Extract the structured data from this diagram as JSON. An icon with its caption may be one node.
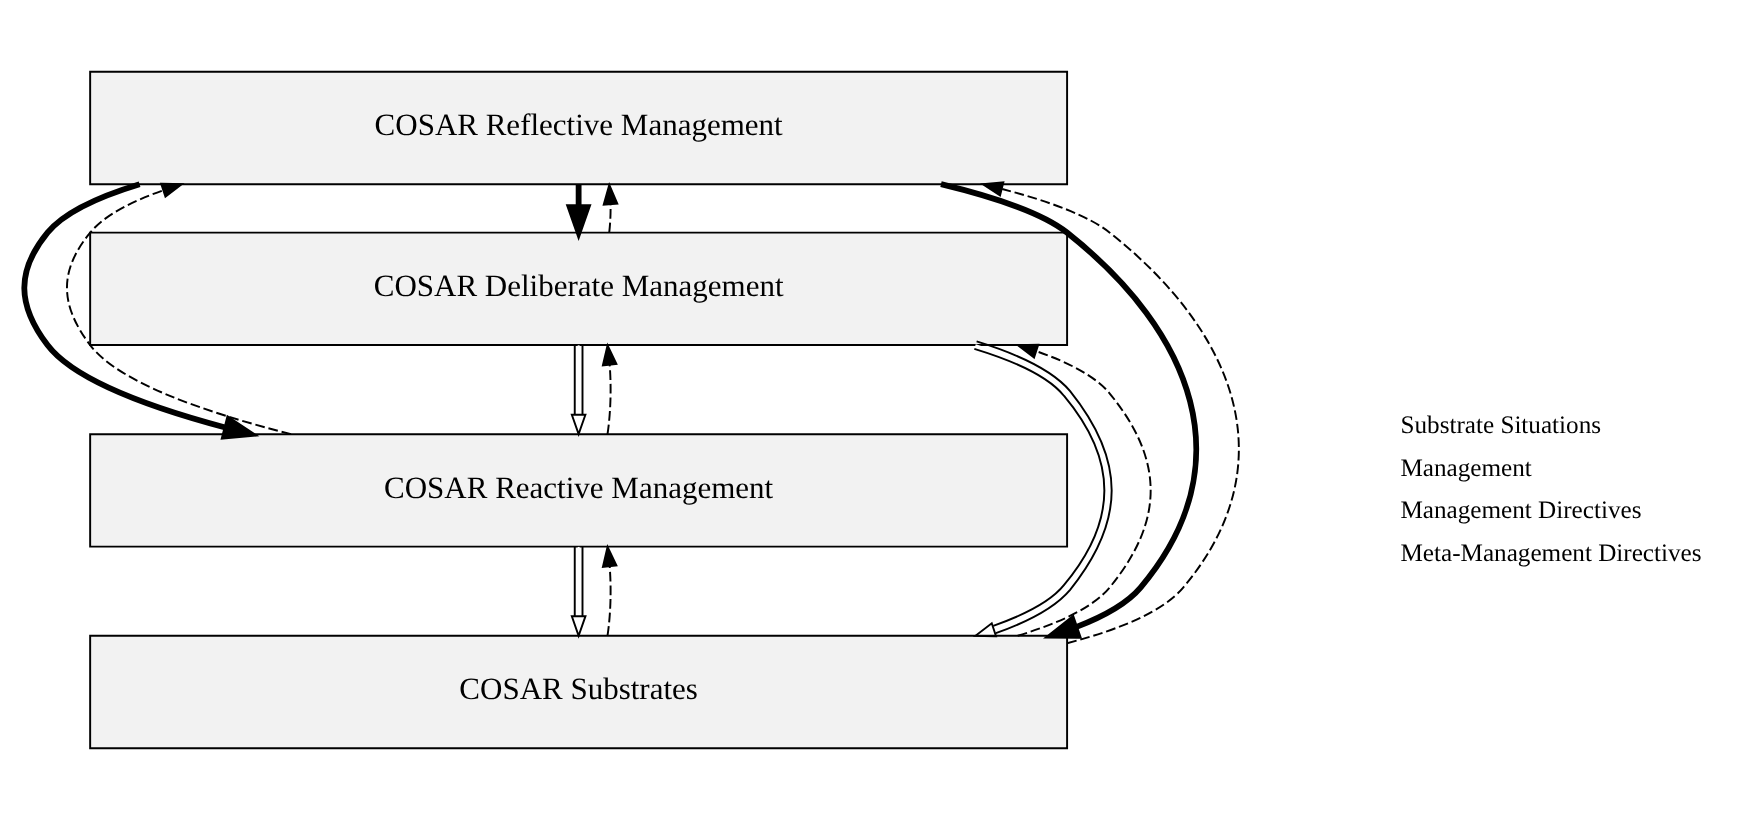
{
  "diagram": {
    "nodes": [
      {
        "text": [
          "COSAR Reflective Management"
        ]
      },
      {
        "text": [
          "COSAR Deliberate Management"
        ]
      },
      {
        "text": [
          "COSAR Reactive Management"
        ]
      },
      {
        "text": [
          "COSAR Substrates"
        ]
      }
    ],
    "edges": [
      {
        "from": 0,
        "to": 3,
        "arrow": "to",
        "style": "thick"
      },
      {
        "from": 0,
        "to": 2,
        "arrow": "to",
        "style": "thick"
      },
      {
        "from": 0,
        "to": 1,
        "arrow": "to",
        "style": "thick"
      },
      {
        "from": 2,
        "to": 3,
        "arrow": "to"
      },
      {
        "from": 1,
        "to": 3,
        "arrow": "to"
      },
      {
        "from": 1,
        "to": 2,
        "arrow": "to"
      },
      {
        "from": 1,
        "to": 0,
        "arrow": "to",
        "style": "dashed"
      },
      {
        "from": 2,
        "to": 1,
        "arrow": "to",
        "style": "dashed"
      },
      {
        "from": 2,
        "to": 0,
        "arrow": "to",
        "style": "dashed"
      },
      {
        "from": 3,
        "to": 2,
        "arrow": "to",
        "style": "dashed"
      },
      {
        "from": 3,
        "to": 1,
        "arrow": "to",
        "style": "dashed"
      },
      {
        "from": 3,
        "to": 0,
        "arrow": "to",
        "style": "dashed"
      }
    ],
    "legend": [
      {
        "text": "Substrate Situations"
      },
      {
        "text": "Management"
      },
      {
        "text": "Management Directives"
      },
      {
        "text": "Meta-Management Directives"
      }
    ]
  }
}
